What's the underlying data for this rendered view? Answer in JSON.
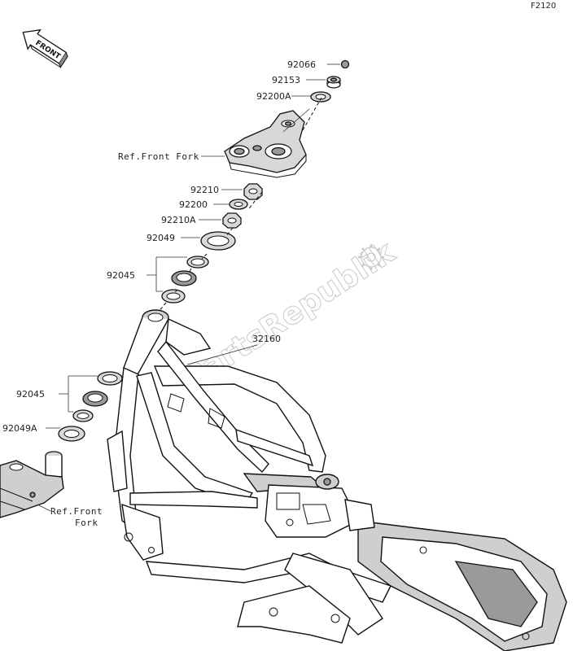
{
  "diagram": {
    "code": "F2120",
    "front_label": "FRONT",
    "watermark": "PartsRepublik",
    "parts": [
      {
        "id": "92066",
        "label": "92066"
      },
      {
        "id": "92153",
        "label": "92153"
      },
      {
        "id": "92200A",
        "label": "92200A"
      },
      {
        "id": "ref-fork-top",
        "label": "Ref.Front Fork"
      },
      {
        "id": "92210",
        "label": "92210"
      },
      {
        "id": "92200",
        "label": "92200"
      },
      {
        "id": "92210A",
        "label": "92210A"
      },
      {
        "id": "92049",
        "label": "92049"
      },
      {
        "id": "92045-top",
        "label": "92045"
      },
      {
        "id": "32160",
        "label": "32160"
      },
      {
        "id": "92045-bottom",
        "label": "92045"
      },
      {
        "id": "92049A",
        "label": "92049A"
      }
    ],
    "ref_front_fork_bottom": [
      "Ref.Front",
      "Fork"
    ]
  }
}
